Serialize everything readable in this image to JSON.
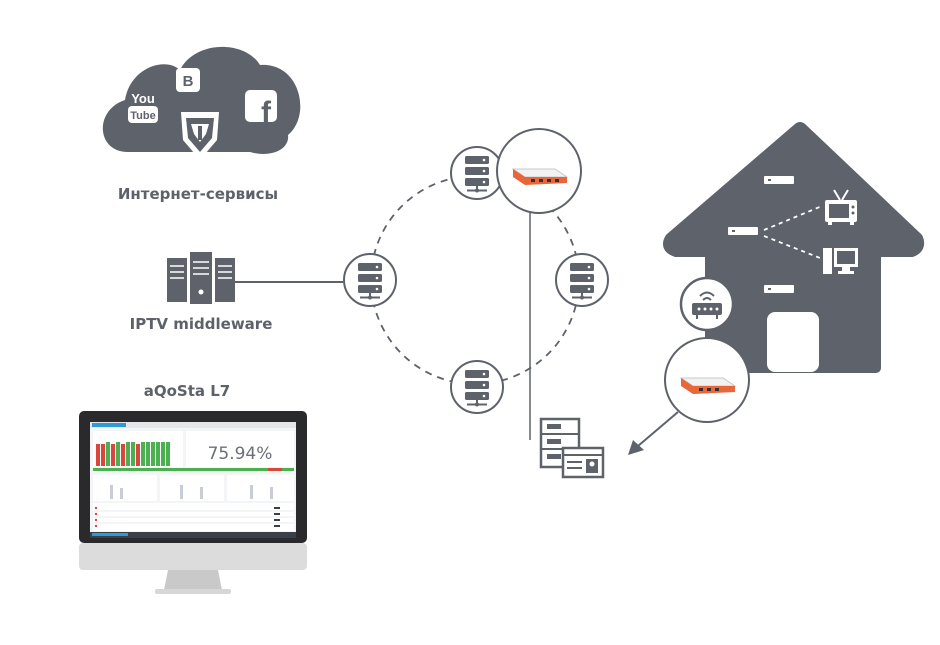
{
  "labels": {
    "internet_services": "Интернет-сервисы",
    "iptv_middleware": "IPTV middleware",
    "aqosta": "aQoSta L7"
  },
  "cloud_icons": {
    "youtube_top": "You",
    "youtube_bottom": "Tube",
    "vk": "B",
    "facebook": "f"
  },
  "monitor_screen": {
    "percentage": "75.94%"
  },
  "colors": {
    "shape": "#5e626b",
    "background": "#ffffff",
    "device_orange": "#e8663a",
    "chart_green": "#4caf50",
    "chart_red": "#d9463e",
    "screen_header": "#2c9ad6"
  },
  "icons": [
    "cloud-icon",
    "youtube-icon",
    "vk-icon",
    "facebook-icon",
    "tank-icon",
    "server-rack-icon",
    "server-icon",
    "router-device-icon",
    "monitor-icon",
    "house-icon",
    "wifi-router-icon",
    "tv-icon",
    "desktop-pc-icon",
    "billing-server-icon",
    "id-card-icon"
  ]
}
